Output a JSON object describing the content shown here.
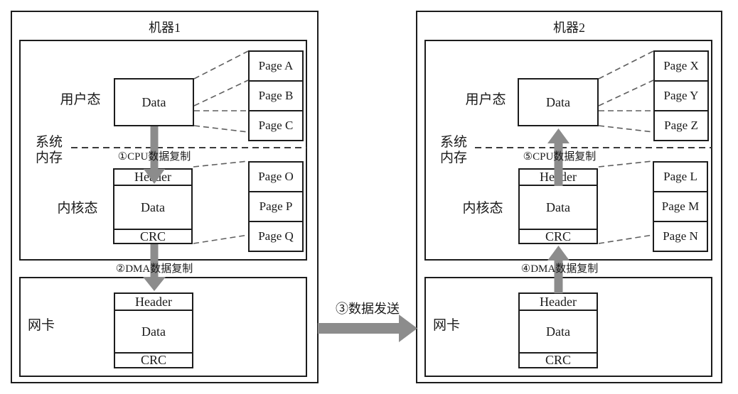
{
  "diagram": {
    "machine1": {
      "title": "机器1",
      "user_mode_label": "用户态",
      "memory_label_line1": "系统",
      "memory_label_line2": "内存",
      "kernel_mode_label": "内核态",
      "nic_label": "网卡",
      "user_data_box": "Data",
      "user_pages": [
        "Page A",
        "Page B",
        "Page C"
      ],
      "kernel_stack": [
        "Header",
        "Data",
        "CRC"
      ],
      "kernel_pages": [
        "Page O",
        "Page P",
        "Page Q"
      ],
      "nic_stack": [
        "Header",
        "Data",
        "CRC"
      ],
      "step_cpu_copy": "①CPU数据复制",
      "step_dma_copy": "②DMA数据复制"
    },
    "transfer": {
      "label": "③数据发送"
    },
    "machine2": {
      "title": "机器2",
      "user_mode_label": "用户态",
      "memory_label_line1": "系统",
      "memory_label_line2": "内存",
      "kernel_mode_label": "内核态",
      "nic_label": "网卡",
      "user_data_box": "Data",
      "user_pages": [
        "Page X",
        "Page Y",
        "Page Z"
      ],
      "kernel_stack": [
        "Header",
        "Data",
        "CRC"
      ],
      "kernel_pages": [
        "Page L",
        "Page M",
        "Page N"
      ],
      "nic_stack": [
        "Header",
        "Data",
        "CRC"
      ],
      "step_cpu_copy": "⑤CPU数据复制",
      "step_dma_copy": "④DMA数据复制"
    },
    "colors": {
      "arrow": "#8c8c8c",
      "border": "#1c1c1c",
      "dashed_line": "#5f5f5f",
      "background": "#ffffff"
    }
  }
}
